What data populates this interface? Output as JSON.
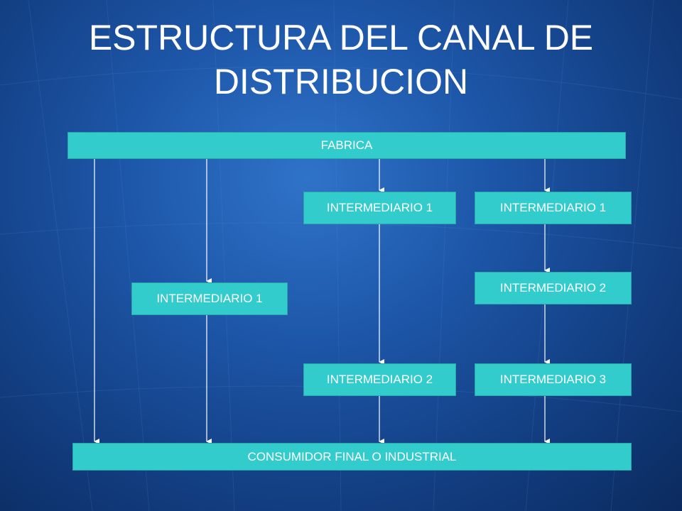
{
  "title": "ESTRUCTURA DEL CANAL DE DISTRIBUCION",
  "nodes": {
    "fabrica": "FABRICA",
    "intermediario_1_a": "INTERMEDIARIO 1",
    "intermediario_1_b": "INTERMEDIARIO 1",
    "intermediario_1_c": "INTERMEDIARIO 1",
    "intermediario_2_a": "INTERMEDIARIO 2",
    "intermediario_2_b": "INTERMEDIARIO 2",
    "intermediario_3_b": "INTERMEDIARIO 3",
    "consumidor": "CONSUMIDOR FINAL O INDUSTRIAL"
  },
  "edges": [
    {
      "from": "fabrica",
      "to": "consumidor"
    },
    {
      "from": "fabrica",
      "to": "intermediario_1_c"
    },
    {
      "from": "intermediario_1_c",
      "to": "consumidor"
    },
    {
      "from": "fabrica",
      "to": "intermediario_1_a"
    },
    {
      "from": "intermediario_1_a",
      "to": "intermediario_2_a"
    },
    {
      "from": "intermediario_2_a",
      "to": "consumidor"
    },
    {
      "from": "fabrica",
      "to": "intermediario_1_b"
    },
    {
      "from": "intermediario_1_b",
      "to": "intermediario_2_b"
    },
    {
      "from": "intermediario_2_b",
      "to": "intermediario_3_b"
    },
    {
      "from": "intermediario_3_b",
      "to": "consumidor"
    }
  ],
  "colors": {
    "box_fill": "#33cccc",
    "text": "#ffffff",
    "background": "#1d56a8"
  }
}
